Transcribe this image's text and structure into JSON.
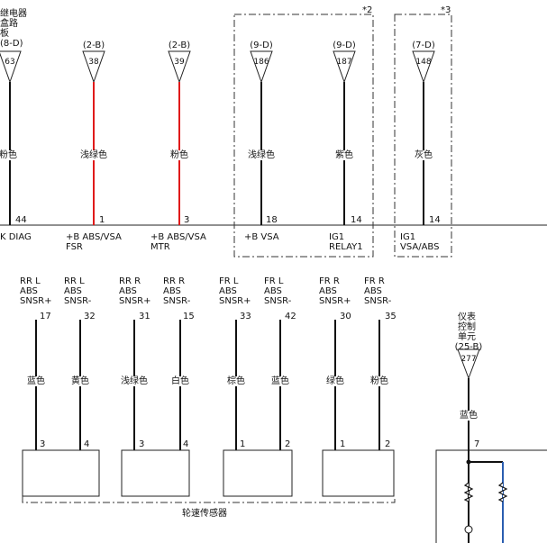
{
  "top_left_label": [
    "继电器",
    "盒路",
    "板",
    "(8-D)"
  ],
  "top_connectors": [
    {
      "conn": "",
      "pin": "63",
      "wire_color": "粉色",
      "wire_color_hex": "#111111",
      "term": "44",
      "func": [
        "K DIAG"
      ]
    },
    {
      "conn": "(2-B)",
      "pin": "38",
      "wire_color": "浅绿色",
      "wire_color_hex": "#e01a1a",
      "term": "1",
      "func": [
        "+B ABS/VSA",
        "FSR"
      ]
    },
    {
      "conn": "(2-B)",
      "pin": "39",
      "wire_color": "粉色",
      "wire_color_hex": "#e01a1a",
      "term": "3",
      "func": [
        "+B ABS/VSA",
        "MTR"
      ]
    },
    {
      "conn": "(9-D)",
      "pin": "186",
      "wire_color": "浅绿色",
      "wire_color_hex": "#111111",
      "term": "18",
      "func": [
        "+B VSA"
      ]
    },
    {
      "conn": "(9-D)",
      "pin": "187",
      "wire_color": "紫色",
      "wire_color_hex": "#111111",
      "term": "14",
      "func": [
        "IG1",
        "RELAY1"
      ]
    },
    {
      "conn": "(7-D)",
      "pin": "148",
      "wire_color": "灰色",
      "wire_color_hex": "#111111",
      "term": "14",
      "func": [
        "IG1",
        "VSA/ABS"
      ]
    }
  ],
  "notes": [
    "*2",
    "*3"
  ],
  "sensors": [
    {
      "pins": [
        {
          "func": [
            "RR L",
            "ABS",
            "SNSR+"
          ],
          "term": "17",
          "wire_color": "蓝色",
          "sensor_pin": "3"
        },
        {
          "func": [
            "RR L",
            "ABS",
            "SNSR-"
          ],
          "term": "32",
          "wire_color": "黄色",
          "sensor_pin": "4"
        }
      ]
    },
    {
      "pins": [
        {
          "func": [
            "RR R",
            "ABS",
            "SNSR+"
          ],
          "term": "31",
          "wire_color": "浅绿色",
          "sensor_pin": "3"
        },
        {
          "func": [
            "RR R",
            "ABS",
            "SNSR-"
          ],
          "term": "15",
          "wire_color": "白色",
          "sensor_pin": "4"
        }
      ]
    },
    {
      "pins": [
        {
          "func": [
            "FR L",
            "ABS",
            "SNSR+"
          ],
          "term": "33",
          "wire_color": "棕色",
          "sensor_pin": "1"
        },
        {
          "func": [
            "FR L",
            "ABS",
            "SNSR-"
          ],
          "term": "42",
          "wire_color": "蓝色",
          "sensor_pin": "2"
        }
      ]
    },
    {
      "pins": [
        {
          "func": [
            "FR R",
            "ABS",
            "SNSR+"
          ],
          "term": "30",
          "wire_color": "绿色",
          "sensor_pin": "1"
        },
        {
          "func": [
            "FR R",
            "ABS",
            "SNSR-"
          ],
          "term": "35",
          "wire_color": "粉色",
          "sensor_pin": "2"
        }
      ]
    }
  ],
  "sensor_group_label": "轮速传感器",
  "cluster": {
    "label": [
      "仪表",
      "控制",
      "单元"
    ],
    "conn": "(25-B)",
    "pin": "277",
    "wire_color": "蓝色",
    "term": "7"
  }
}
